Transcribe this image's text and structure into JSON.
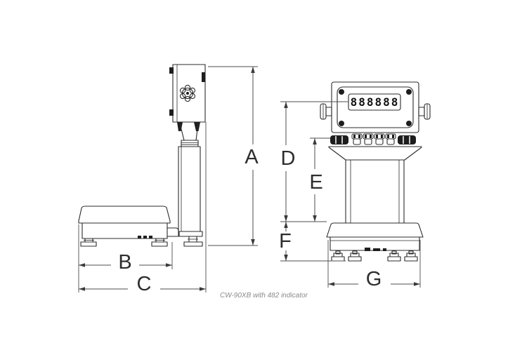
{
  "diagram": {
    "caption": "CW-90XB with 482 indicator",
    "dimension_labels": {
      "a": "A",
      "b": "B",
      "c": "C",
      "d": "D",
      "e": "E",
      "f": "F",
      "g": "G"
    },
    "indicator_display": {
      "value": "888888"
    },
    "colors": {
      "background": "#ffffff",
      "drawing_line": "#2b2b2b",
      "dimension_line": "#4d4d4d",
      "label_text": "#2d2d2d",
      "caption_text": "#8a8a8a"
    }
  }
}
